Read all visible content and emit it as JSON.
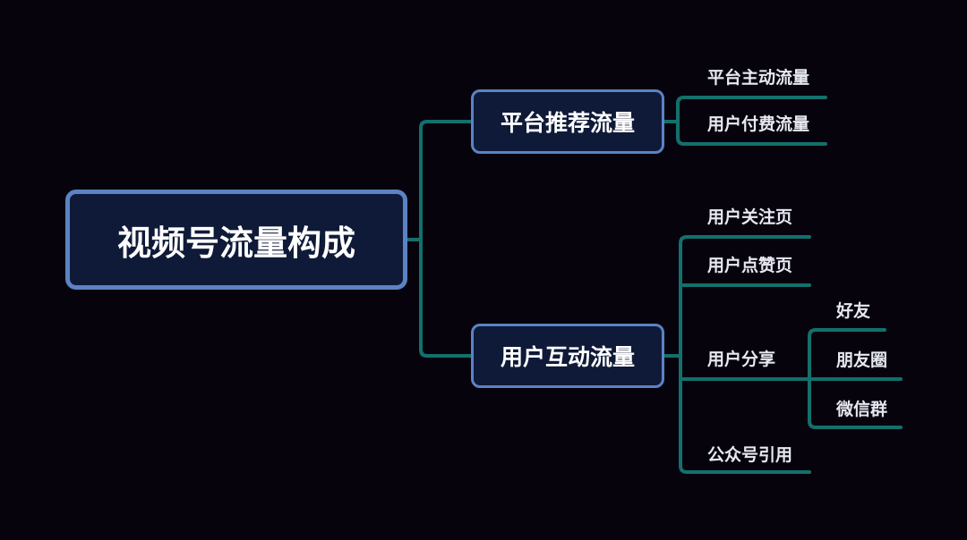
{
  "colors": {
    "background": "#07030d",
    "node_fill": "#0f1a38",
    "node_border": "#5b83c4",
    "connector": "#13706c",
    "text": "#ffffff"
  },
  "root": {
    "label": "视频号流量构成"
  },
  "branches": [
    {
      "label": "平台推荐流量",
      "children": [
        {
          "label": "平台主动流量"
        },
        {
          "label": "用户付费流量"
        }
      ]
    },
    {
      "label": "用户互动流量",
      "children": [
        {
          "label": "用户关注页"
        },
        {
          "label": "用户点赞页"
        },
        {
          "label": "用户分享",
          "children": [
            {
              "label": "好友"
            },
            {
              "label": "朋友圈"
            },
            {
              "label": "微信群"
            }
          ]
        },
        {
          "label": "公众号引用"
        }
      ]
    }
  ]
}
